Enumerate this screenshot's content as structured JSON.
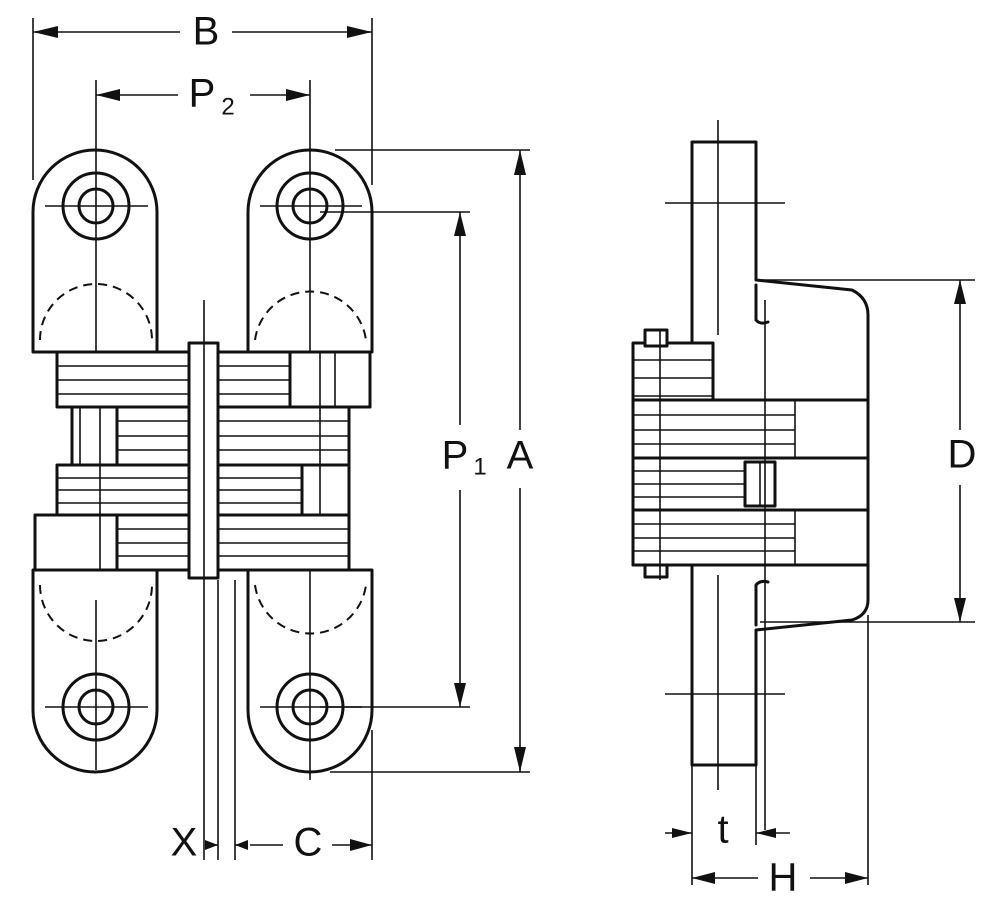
{
  "labels": {
    "B": "B",
    "P2_main": "P",
    "P2_sub": "2",
    "P1_main": "P",
    "P1_sub": "1",
    "A": "A",
    "D": "D",
    "X": "X",
    "C": "C",
    "t": "t",
    "H": "H"
  }
}
